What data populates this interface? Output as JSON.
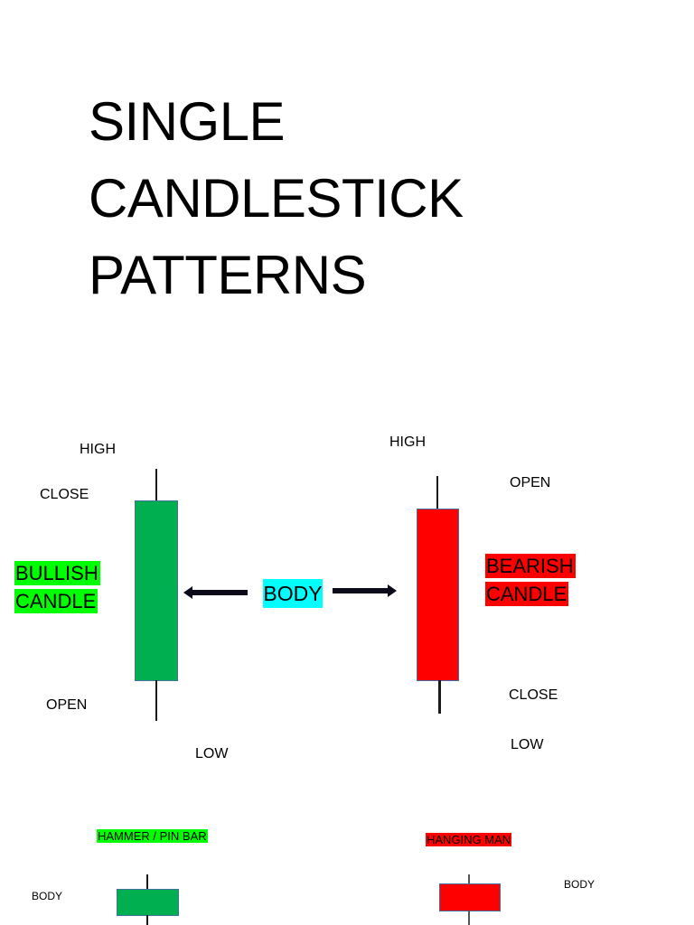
{
  "title": {
    "lines": [
      "SINGLE",
      "CANDLESTICK",
      "PATTERNS"
    ]
  },
  "colors": {
    "bullish_body": "#00b050",
    "bearish_body": "#ff0000",
    "bullish_highlight": "#00ff00",
    "bearish_highlight": "#ff0000",
    "body_highlight": "#00ffff",
    "body_outline": "#41719c",
    "arrow": "#0a0a1a"
  },
  "bullish": {
    "high_label": "HIGH",
    "close_label": "CLOSE",
    "open_label": "OPEN",
    "low_label": "LOW",
    "name_line1": "BULLISH",
    "name_line2": "CANDLE"
  },
  "center": {
    "body_label": "BODY"
  },
  "bearish": {
    "high_label": "HIGH",
    "open_label": "OPEN",
    "close_label": "CLOSE",
    "low_label": "LOW",
    "name_line1": "BEARISH",
    "name_line2": "CANDLE"
  },
  "patterns": [
    {
      "name": "HAMMER / PIN BAR",
      "body_label": "BODY",
      "type": "bullish"
    },
    {
      "name": "HANGING MAN",
      "body_label": "BODY",
      "type": "bearish"
    }
  ]
}
